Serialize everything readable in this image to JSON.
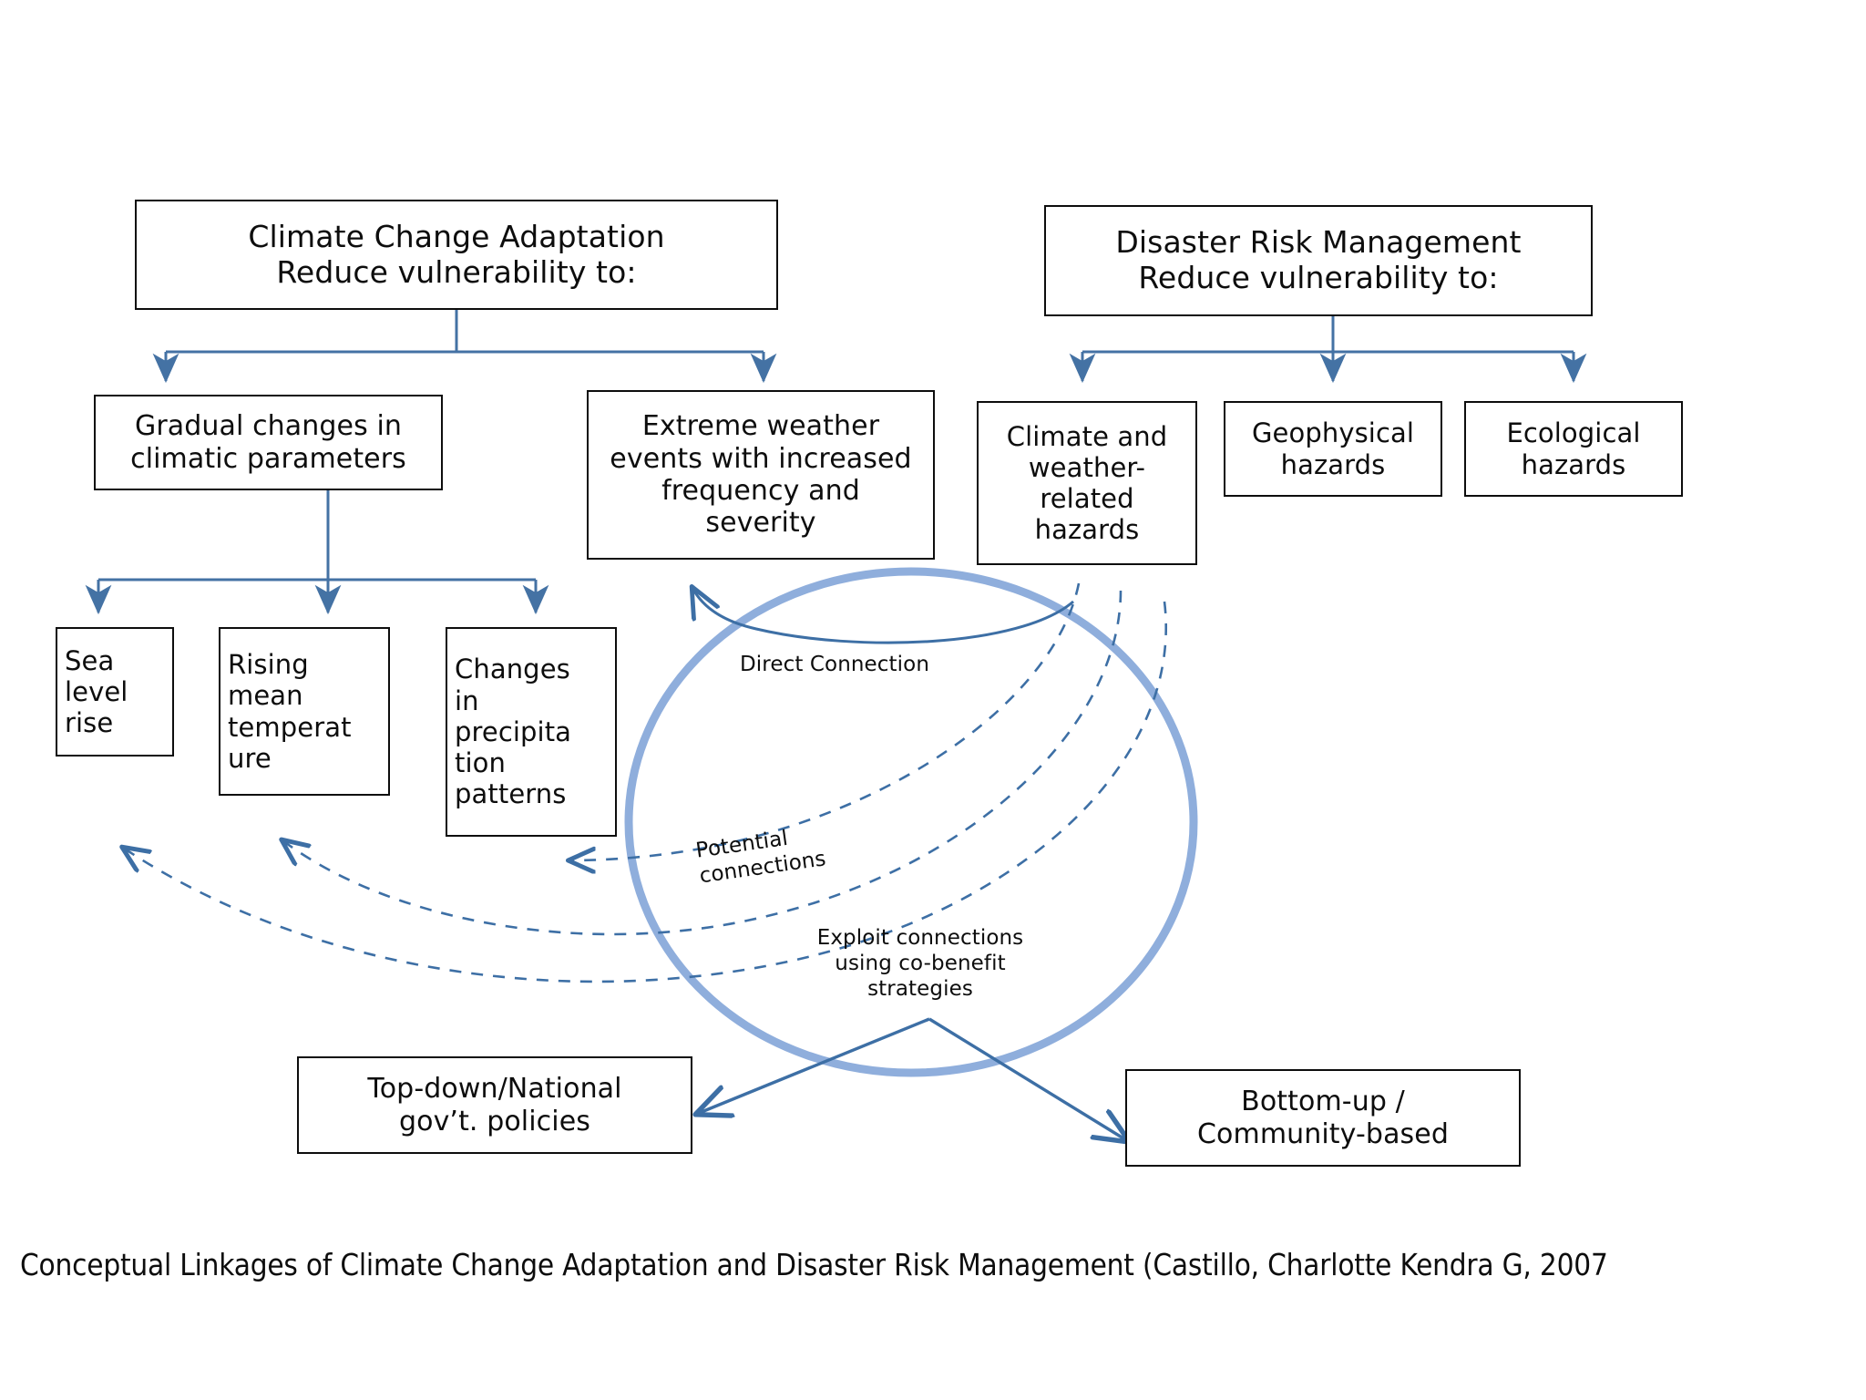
{
  "colors": {
    "box_border": "#0d0d0d",
    "arrow_blue": "#4472A4",
    "circle_blue": "#8FAEDC",
    "dashed_blue": "#4472A4",
    "background": "#ffffff",
    "text": "#0d0d0d"
  },
  "nodes": {
    "cca_header": "Climate Change Adaptation\nReduce vulnerability to:",
    "drm_header": "Disaster Risk Management\nReduce vulnerability to:",
    "gradual_changes": "Gradual changes in\nclimatic parameters",
    "extreme_weather": "Extreme weather\nevents with increased\nfrequency and\nseverity",
    "climate_weather_hazards": "Climate and\nweather-\nrelated\nhazards",
    "geophysical_hazards": "Geophysical\nhazards",
    "ecological_hazards": "Ecological\nhazards",
    "sea_level_rise": "Sea\nlevel\nrise",
    "rising_mean_temperature": "Rising\nmean\ntemperat\nure",
    "changes_precipitation": "Changes\nin\nprecipita\ntion\npatterns",
    "top_down": "Top-down/National\ngov’t. policies",
    "bottom_up": "Bottom-up /\nCommunity-based"
  },
  "annotations": {
    "direct_connection": "Direct Connection",
    "potential_connections": "Potential\nconnections",
    "exploit_connections": "Exploit connections\nusing co-benefit\nstrategies"
  },
  "caption": "Conceptual Linkages of Climate Change Adaptation and Disaster Risk Management (Castillo, Charlotte Kendra G, 2007"
}
